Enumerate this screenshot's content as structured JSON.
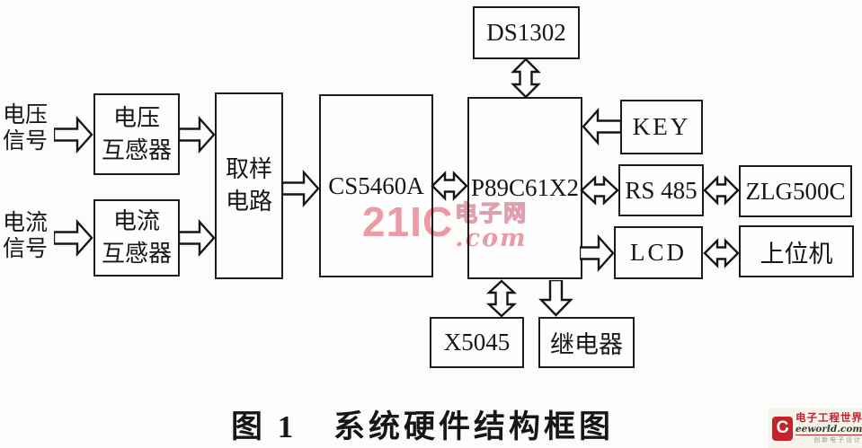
{
  "figure": {
    "caption_prefix": "图 1",
    "caption_title": "系统硬件结构框图"
  },
  "nodes": {
    "voltage_signal": {
      "line1": "电压",
      "line2": "信号"
    },
    "current_signal": {
      "line1": "电流",
      "line2": "信号"
    },
    "voltage_transformer": {
      "line1": "电压",
      "line2": "互感器"
    },
    "current_transformer": {
      "line1": "电流",
      "line2": "互感器"
    },
    "sampling_circuit": {
      "line1": "取样",
      "line2": "电路"
    },
    "cs5460a": {
      "label": "CS5460A"
    },
    "p89c61x2": {
      "label": "P89C61X2"
    },
    "ds1302": {
      "label": "DS1302"
    },
    "key": {
      "label": "KEY"
    },
    "rs485": {
      "label": "RS 485"
    },
    "zlg500c": {
      "label": "ZLG500C"
    },
    "lcd": {
      "label": "LCD"
    },
    "host_computer": {
      "label": "上位机"
    },
    "x5045": {
      "label": "X5045"
    },
    "relay": {
      "label": "继电器"
    }
  },
  "connections": [
    {
      "from": "voltage_signal",
      "to": "voltage_transformer",
      "type": "single"
    },
    {
      "from": "voltage_transformer",
      "to": "sampling_circuit",
      "type": "single"
    },
    {
      "from": "current_signal",
      "to": "current_transformer",
      "type": "single"
    },
    {
      "from": "current_transformer",
      "to": "sampling_circuit",
      "type": "single"
    },
    {
      "from": "sampling_circuit",
      "to": "cs5460a",
      "type": "single"
    },
    {
      "from": "cs5460a",
      "to": "p89c61x2",
      "type": "bidirectional"
    },
    {
      "from": "ds1302",
      "to": "p89c61x2",
      "type": "bidirectional"
    },
    {
      "from": "key",
      "to": "p89c61x2",
      "type": "single"
    },
    {
      "from": "p89c61x2",
      "to": "rs485",
      "type": "bidirectional"
    },
    {
      "from": "rs485",
      "to": "zlg500c",
      "type": "bidirectional"
    },
    {
      "from": "p89c61x2",
      "to": "lcd",
      "type": "single"
    },
    {
      "from": "lcd",
      "to": "host_computer",
      "type": "bidirectional"
    },
    {
      "from": "p89c61x2",
      "to": "x5045",
      "type": "bidirectional"
    },
    {
      "from": "p89c61x2",
      "to": "relay",
      "type": "single"
    }
  ],
  "watermark": {
    "brand": "21IC",
    "cn": "电子网",
    "suffix": ".com",
    "color": "#ee9ba6"
  },
  "logo": {
    "mark": "C",
    "title": "电子工程世界",
    "domain": "eeworld.com.cn",
    "tagline": "创新电子设计之家",
    "red": "#c5222b"
  }
}
